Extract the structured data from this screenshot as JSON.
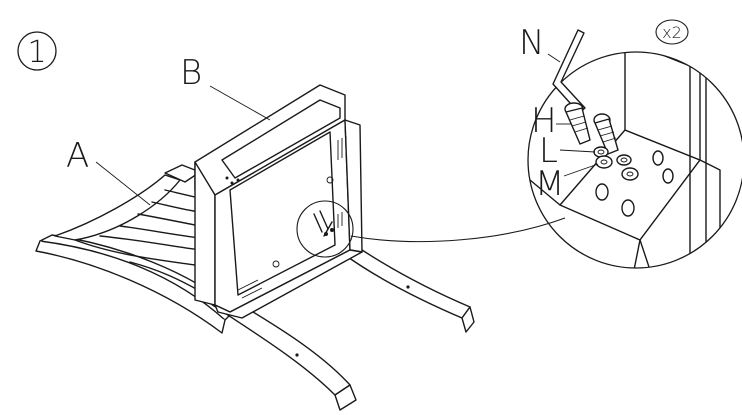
{
  "step": {
    "number": "1"
  },
  "parts": {
    "seat_back": "A",
    "seat_frame": "B",
    "hex_key": "N",
    "bolt": "H",
    "spring_washer": "L",
    "flat_washer": "M"
  },
  "quantity": "x2"
}
